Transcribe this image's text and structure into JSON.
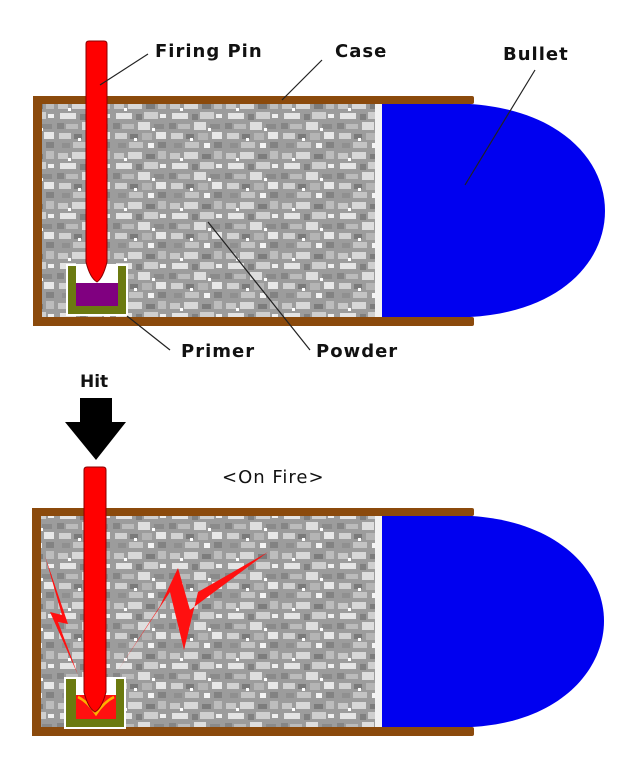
{
  "diagram": {
    "labels": {
      "firing_pin": "Firing Pin",
      "case": "Case",
      "bullet": "Bullet",
      "primer": "Primer",
      "powder": "Powder",
      "hit": "Hit",
      "on_fire": "<On Fire>"
    },
    "panels": [
      {
        "name": "cartridge-at-rest",
        "components": [
          "Firing Pin",
          "Case",
          "Bullet",
          "Primer",
          "Powder"
        ]
      },
      {
        "name": "cartridge-on-fire",
        "title": "<On Fire>",
        "components": [
          "Hit arrow",
          "Firing Pin",
          "Primer ignited",
          "Sparks",
          "Powder",
          "Bullet"
        ]
      }
    ],
    "colors": {
      "case": "#8B4A0C",
      "bullet": "#0000F0",
      "firing_pin": "#FF0000",
      "primer_cup": "#6B7A10",
      "primer_charge": "#800080",
      "primer_ignited": "#FF1010",
      "flame_edge": "#FFB000",
      "powder": "#9A9A9A",
      "arrow": "#000000"
    }
  }
}
